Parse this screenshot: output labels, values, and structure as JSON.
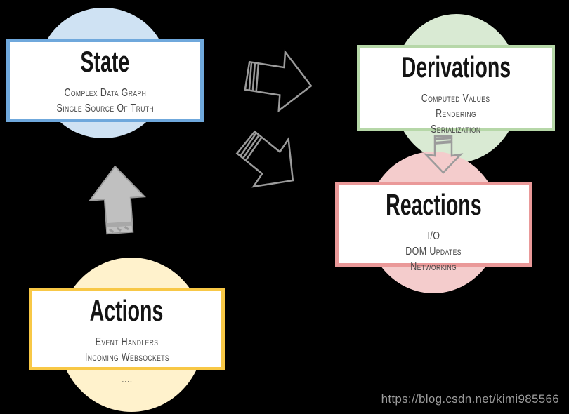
{
  "diagram": {
    "nodes": {
      "state": {
        "title": "State",
        "lines": [
          "Complex Data Graph",
          "Single Source Of Truth"
        ]
      },
      "derivations": {
        "title": "Derivations",
        "lines": [
          "Computed Values",
          "Rendering",
          "Serialization"
        ]
      },
      "reactions": {
        "title": "Reactions",
        "lines": [
          "I/O",
          "DOM Updates",
          "Networking"
        ]
      },
      "actions": {
        "title": "Actions",
        "lines": [
          "Event Handlers",
          "Incoming Websockets",
          "...."
        ]
      }
    },
    "arrows": [
      {
        "name": "actions-to-state",
        "style": "solid-filled"
      },
      {
        "name": "state-to-derivations",
        "style": "hollow-outline"
      },
      {
        "name": "state-to-reactions",
        "style": "hollow-outline"
      },
      {
        "name": "derivations-to-reactions",
        "style": "hollow-outline"
      }
    ],
    "colors": {
      "background": "#000000",
      "state_fill": "#cfe2f3",
      "state_border": "#6fa8dc",
      "derivations_fill": "#d9ead3",
      "derivations_border": "#b6d7a8",
      "reactions_fill": "#f4cccc",
      "reactions_border": "#ea9999",
      "actions_fill": "#fff2cc",
      "actions_border": "#f8c846",
      "arrow_stroke": "#9b9b9b",
      "arrow_fill": "#c0c0c0",
      "arrow_band_fill": "#a8a8a8",
      "title_text": "#141414",
      "subtitle_text": "#454545",
      "watermark_text": "#9b9b9b"
    }
  },
  "watermark": {
    "text": "https://blog.csdn.net/kimi985566"
  }
}
